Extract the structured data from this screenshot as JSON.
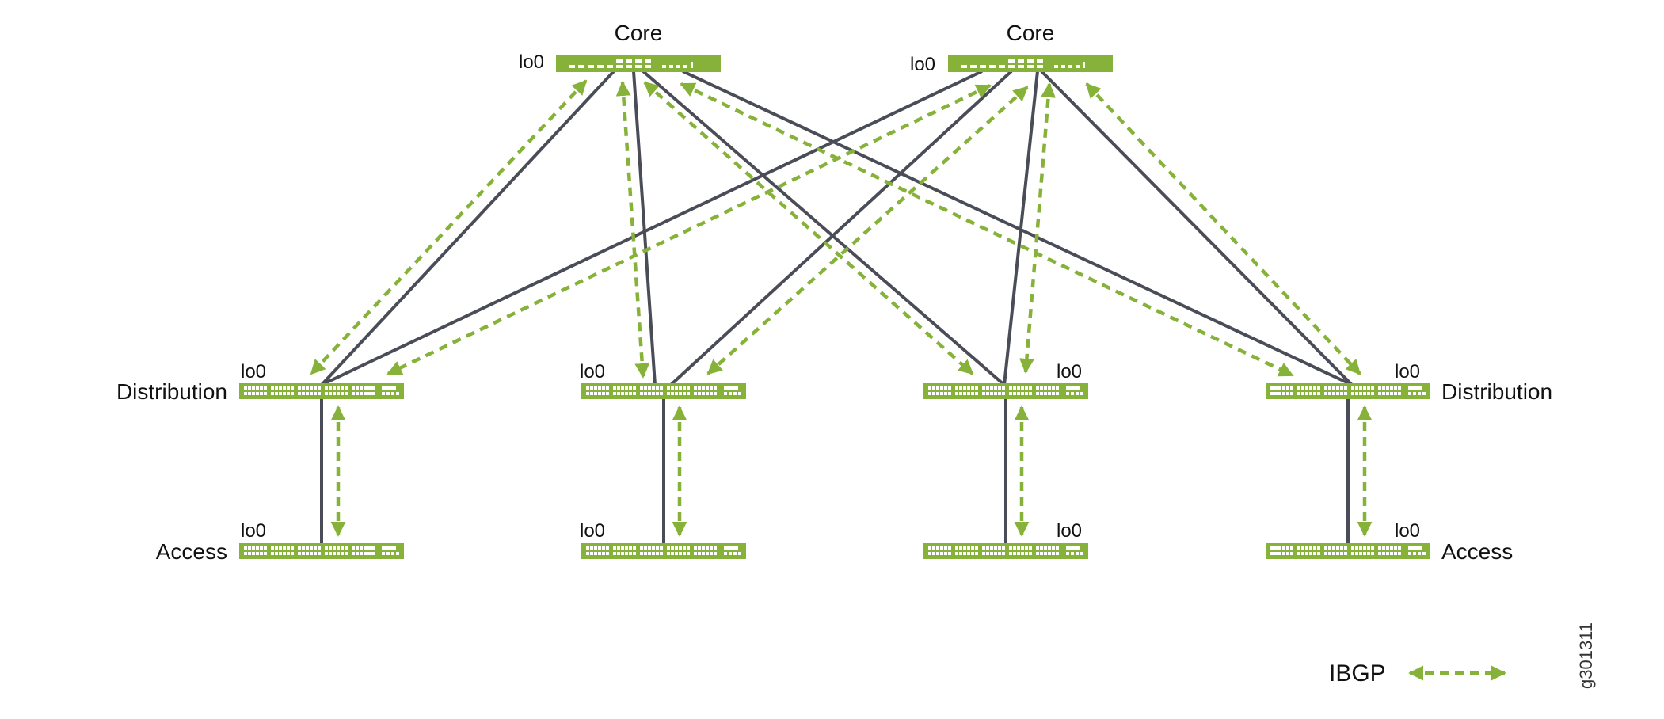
{
  "labels": {
    "core_left": "Core",
    "core_right": "Core",
    "distribution_left": "Distribution",
    "distribution_right": "Distribution",
    "access_left": "Access",
    "access_right": "Access",
    "loopback": "lo0",
    "legend": "IBGP",
    "figure_id": "g301311"
  },
  "colors": {
    "device": "#87b23a",
    "physical_link": "#4a4d57",
    "ibgp_session": "#87b23a"
  },
  "devices": [
    {
      "id": "core-1",
      "role": "core",
      "loopback": "lo0"
    },
    {
      "id": "core-2",
      "role": "core",
      "loopback": "lo0"
    },
    {
      "id": "dist-1",
      "role": "distribution",
      "loopback": "lo0"
    },
    {
      "id": "dist-2",
      "role": "distribution",
      "loopback": "lo0"
    },
    {
      "id": "dist-3",
      "role": "distribution",
      "loopback": "lo0"
    },
    {
      "id": "dist-4",
      "role": "distribution",
      "loopback": "lo0"
    },
    {
      "id": "access-1",
      "role": "access",
      "loopback": "lo0"
    },
    {
      "id": "access-2",
      "role": "access",
      "loopback": "lo0"
    },
    {
      "id": "access-3",
      "role": "access",
      "loopback": "lo0"
    },
    {
      "id": "access-4",
      "role": "access",
      "loopback": "lo0"
    }
  ],
  "physical_links": [
    [
      "core-1",
      "dist-1"
    ],
    [
      "core-1",
      "dist-2"
    ],
    [
      "core-1",
      "dist-3"
    ],
    [
      "core-1",
      "dist-4"
    ],
    [
      "core-2",
      "dist-1"
    ],
    [
      "core-2",
      "dist-2"
    ],
    [
      "core-2",
      "dist-3"
    ],
    [
      "core-2",
      "dist-4"
    ],
    [
      "dist-1",
      "access-1"
    ],
    [
      "dist-2",
      "access-2"
    ],
    [
      "dist-3",
      "access-3"
    ],
    [
      "dist-4",
      "access-4"
    ]
  ],
  "ibgp_sessions": [
    [
      "core-1",
      "dist-1"
    ],
    [
      "core-1",
      "dist-2"
    ],
    [
      "core-1",
      "dist-3"
    ],
    [
      "core-1",
      "dist-4"
    ],
    [
      "core-2",
      "dist-1"
    ],
    [
      "core-2",
      "dist-2"
    ],
    [
      "core-2",
      "dist-3"
    ],
    [
      "core-2",
      "dist-4"
    ],
    [
      "dist-1",
      "access-1"
    ],
    [
      "dist-2",
      "access-2"
    ],
    [
      "dist-3",
      "access-3"
    ],
    [
      "dist-4",
      "access-4"
    ]
  ]
}
